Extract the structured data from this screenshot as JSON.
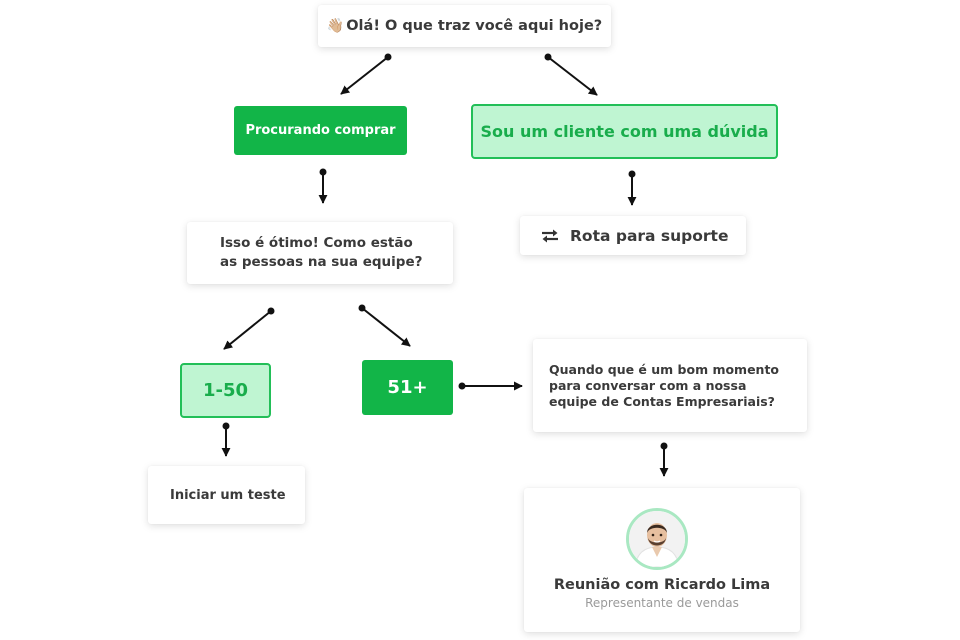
{
  "nodes": {
    "greeting": {
      "emoji": "👋🏼",
      "text": "Olá! O que traz você aqui hoje?"
    },
    "buying": {
      "text": "Procurando comprar"
    },
    "customer": {
      "text": "Sou um cliente com uma dúvida"
    },
    "support": {
      "icon": "swap-arrows-icon",
      "text": "Rota para suporte"
    },
    "team_question": {
      "line1": "Isso é ótimo! Como estão",
      "line2": "as pessoas na sua equipe?"
    },
    "small_team": {
      "text": "1-50"
    },
    "large_team": {
      "text": "51+"
    },
    "trial": {
      "text": "Iniciar um teste"
    },
    "meeting_question": {
      "line1": "Quando que é um bom momento",
      "line2": "para conversar com a nossa",
      "line3": "equipe de Contas Empresariais?"
    },
    "meeting": {
      "name": "Reunião com Ricardo Lima",
      "role": "Representante de vendas"
    }
  },
  "colors": {
    "primary_green": "#12b548",
    "light_green": "#bff5d2",
    "green_border": "#22bf58",
    "text_dark": "#3a3a3a",
    "text_muted": "#9a9a9a"
  }
}
